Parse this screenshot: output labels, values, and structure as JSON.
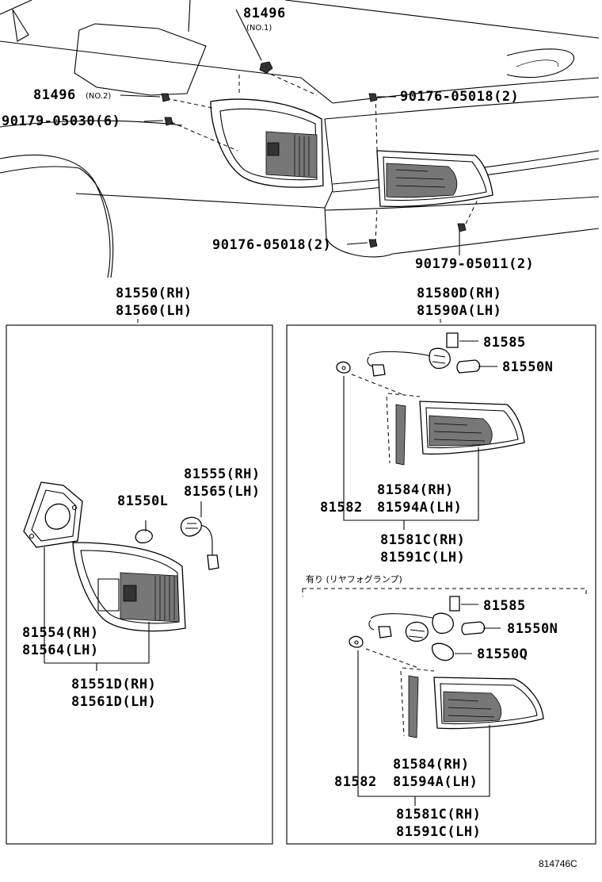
{
  "diagram_code": "814746C",
  "top": {
    "p81496_no1": {
      "num": "81496",
      "note": "(NO.1)"
    },
    "p81496_no2": {
      "num": "81496",
      "note": "(NO.2)"
    },
    "p90179_05030": "90179-05030(6)",
    "p90176_05018_top": "90176-05018(2)",
    "p90176_05018_bot": "90176-05018(2)",
    "p90179_05011": "90179-05011(2)"
  },
  "left_box": {
    "header_rh": "81550(RH)",
    "header_lh": "81560(LH)",
    "p81555": "81555(RH)",
    "p81565": "81565(LH)",
    "p81550L": "81550L",
    "p81554": "81554(RH)",
    "p81564": "81564(LH)",
    "p81551D": "81551D(RH)",
    "p81561D": "81561D(LH)"
  },
  "right_box": {
    "header_rh": "81580D(RH)",
    "header_lh": "81590A(LH)",
    "upper": {
      "p81585": "81585",
      "p81550N": "81550N",
      "p81584": "81584(RH)",
      "p81582": "81582",
      "p81594A": "81594A(LH)",
      "p81581C": "81581C(RH)",
      "p81591C": "81591C(LH)"
    },
    "fog_note": "有り (リヤフォグランプ)",
    "lower": {
      "p81585": "81585",
      "p81550N": "81550N",
      "p81550Q": "81550Q",
      "p81584": "81584(RH)",
      "p81582": "81582",
      "p81594A": "81594A(LH)",
      "p81581C": "81581C(RH)",
      "p81591C": "81591C(LH)"
    }
  }
}
